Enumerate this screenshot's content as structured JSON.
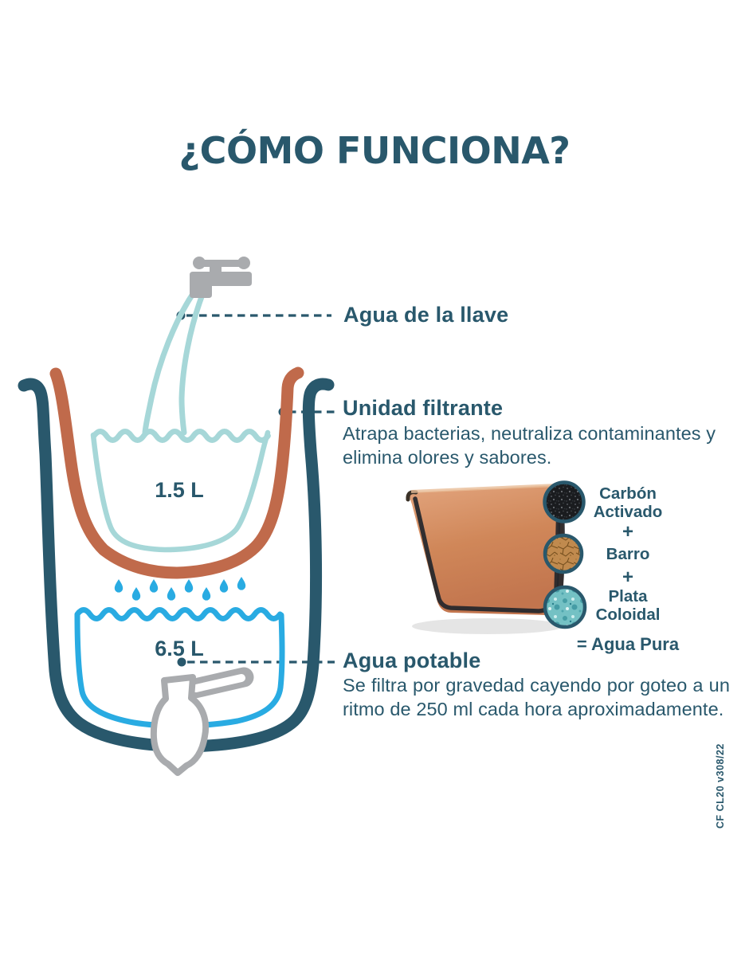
{
  "title": "¿CÓMO FUNCIONA?",
  "callouts": {
    "tap_water": {
      "label": "Agua de la llave"
    },
    "filter_unit": {
      "label": "Unidad filtrante",
      "description": "Atrapa bacterias, neutraliza contaminantes y elimina olores y sabores."
    },
    "potable_water": {
      "label": "Agua potable",
      "description": "Se filtra por gravedad cayendo por goteo a un ritmo de 250 ml cada hora aproximadamente."
    }
  },
  "capacities": {
    "filter_unit": "1.5 L",
    "reservoir": "6.5 L"
  },
  "composition": {
    "items": [
      {
        "name": "Carbón Activado",
        "swatch": "carbon-activado-swatch"
      },
      {
        "name": "Barro",
        "swatch": "barro-swatch"
      },
      {
        "name": "Plata Coloidal",
        "swatch": "plata-coloidal-swatch"
      }
    ],
    "plus_sign": "+",
    "result": "= Agua Pura"
  },
  "footer_code": "CF CL20 v308/22",
  "colors": {
    "ink": "#29586C",
    "terracotta": "#C06A4B",
    "light-teal": "#A6D7D8",
    "bright-blue": "#29ABE2",
    "gray": "#A9ABAE"
  }
}
